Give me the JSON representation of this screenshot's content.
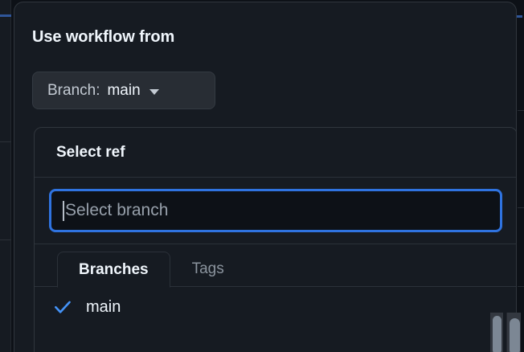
{
  "page": {
    "background_color": "#0d1117",
    "surface_color": "#161b22",
    "accent_color": "#2f73e0",
    "check_color": "#4493f8"
  },
  "workflow_section": {
    "heading": "Use workflow from",
    "branch_button": {
      "prefix": "Branch: ",
      "value": "main",
      "caret_icon": "chevron-down-icon"
    }
  },
  "ref_dialog": {
    "title": "Select ref",
    "search": {
      "placeholder": "Select branch",
      "value": "",
      "focused": true
    },
    "tabs": [
      {
        "label": "Branches",
        "active": true
      },
      {
        "label": "Tags",
        "active": false
      }
    ],
    "items": [
      {
        "label": "main",
        "selected": true,
        "check_icon": "check-icon"
      }
    ]
  },
  "scrollbars": {
    "inner_list": {
      "name": "list-scrollbar",
      "orientation": "vertical"
    },
    "page": {
      "name": "page-scrollbar",
      "orientation": "vertical"
    }
  }
}
